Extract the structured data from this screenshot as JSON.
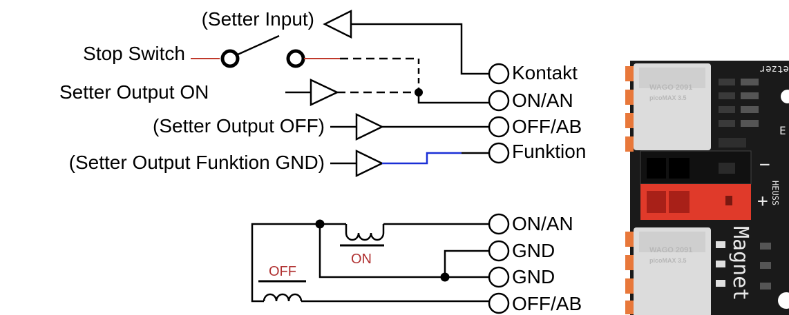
{
  "inputs": {
    "setter_input": "(Setter Input)",
    "stop_switch": "Stop Switch",
    "setter_output_on": "Setter Output ON",
    "setter_output_off": "(Setter Output OFF)",
    "setter_output_funktion": "(Setter Output Funktion GND)"
  },
  "terminals_top": {
    "kontakt": "Kontakt",
    "on_an": "ON/AN",
    "off_ab": "OFF/AB",
    "funktion": "Funktion"
  },
  "terminals_bottom": {
    "on_an": "ON/AN",
    "gnd_1": "GND",
    "gnd_2": "GND",
    "off_ab": "OFF/AB"
  },
  "coils": {
    "on": "ON",
    "off": "OFF"
  },
  "board": {
    "top_label": "Setzer",
    "middle_label": "HEUSS",
    "bottom_label": "Magnet",
    "minus": "−",
    "plus": "+",
    "wago_brand": "WAGO 2091",
    "wago_model": "picoMAX 3.5"
  },
  "colors": {
    "wire": "#000000",
    "switch_lead": "#c0392b",
    "funktion_wire": "#1a2fd6",
    "coil_label": "#b03030",
    "board": "#1a1a1a",
    "connector_red": "#e03a2a",
    "wago_body": "#dcdcdc",
    "wago_tab": "#e8783a"
  }
}
